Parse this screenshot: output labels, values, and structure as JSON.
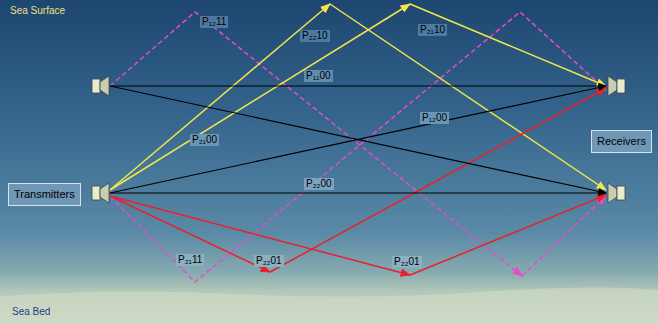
{
  "diagram": {
    "nodes": [
      {
        "text": [
          "Transmitters"
        ]
      },
      {
        "text": [
          "Receivers"
        ]
      }
    ],
    "labels": [
      "Sea Surface",
      "P₁₂11",
      "P₂₂10",
      "P₂₁10",
      "P₁₁00",
      "P₂₁00",
      "P₁₂00",
      "P₂₂00",
      "P₂₁11",
      "P₂₂01",
      "P₂₂01",
      "Sea Bed"
    ]
  }
}
